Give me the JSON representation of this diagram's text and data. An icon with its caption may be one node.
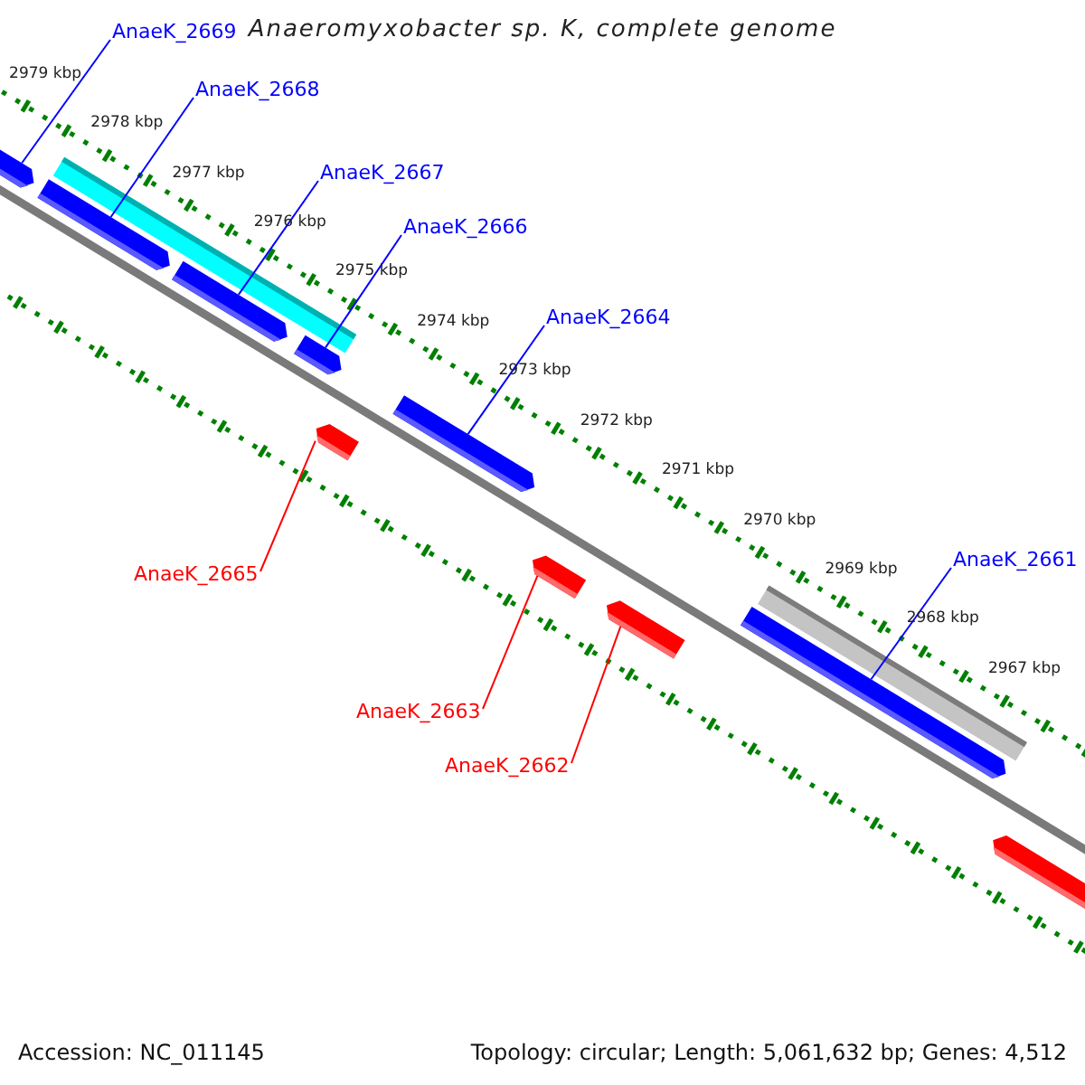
{
  "diagram": {
    "title": "Anaeromyxobacter sp. K, complete genome",
    "nodes": [
      {
        "text": [
          "AnaeK_2669"
        ]
      },
      {
        "text": [
          "AnaeK_2668"
        ]
      },
      {
        "text": [
          "AnaeK_2667"
        ]
      },
      {
        "text": [
          "AnaeK_2666"
        ]
      },
      {
        "text": [
          "AnaeK_2664"
        ]
      },
      {
        "text": [
          "AnaeK_2661"
        ]
      },
      {
        "text": [
          "AnaeK_2665"
        ]
      },
      {
        "text": [
          "AnaeK_2663"
        ]
      },
      {
        "text": [
          "AnaeK_2662"
        ]
      },
      {
        "text": [],
        "shape": "bar"
      },
      {
        "text": [],
        "shape": "bar"
      },
      {
        "text": [],
        "shape": "bar"
      },
      {
        "text": [],
        "shape": "bar"
      },
      {
        "text": [],
        "shape": "bar"
      },
      {
        "text": [],
        "shape": "bar"
      },
      {
        "text": [],
        "shape": "bar"
      },
      {
        "text": [],
        "shape": "bar"
      },
      {
        "text": [],
        "shape": "bar"
      },
      {
        "text": [],
        "shape": "bar"
      },
      {
        "text": [],
        "shape": "bar"
      },
      {
        "text": [],
        "shape": "bar"
      }
    ],
    "edges": [
      {
        "from": 0,
        "to": 9,
        "arrow": "none"
      },
      {
        "from": 1,
        "to": 11,
        "arrow": "none"
      },
      {
        "from": 2,
        "to": 12,
        "arrow": "none"
      },
      {
        "from": 3,
        "to": 13,
        "arrow": "none"
      },
      {
        "from": 4,
        "to": 15,
        "arrow": "none"
      },
      {
        "from": 5,
        "to": 19,
        "arrow": "none"
      },
      {
        "from": 6,
        "to": 14,
        "arrow": "none",
        "color": "#ff0000"
      },
      {
        "from": 7,
        "to": 16,
        "arrow": "none",
        "color": "#ff0000"
      },
      {
        "from": 8,
        "to": 17,
        "arrow": "none",
        "color": "#ff0000"
      }
    ],
    "labels": [
      "2979 kbp",
      "2978 kbp",
      "2977 kbp",
      "2976 kbp",
      "2975 kbp",
      "2974 kbp",
      "2973 kbp",
      "2972 kbp",
      "2971 kbp",
      "2970 kbp",
      "2969 kbp",
      "2968 kbp",
      "2967 kbp",
      "Accession: NC_011145",
      "Topology: circular; Length: 5,061,632 bp; Genes: 4,512"
    ]
  }
}
